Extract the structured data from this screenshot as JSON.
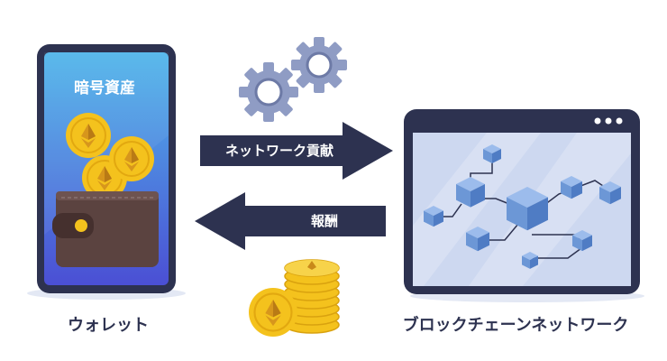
{
  "phone": {
    "title": "暗号資産"
  },
  "arrows": {
    "contribution_label": "ネットワーク貢献",
    "reward_label": "報酬"
  },
  "captions": {
    "wallet": "ウォレット",
    "network": "ブロックチェーンネットワーク"
  },
  "colors": {
    "navy": "#2d3250",
    "phone_screen_top": "#4fb3e8",
    "phone_screen_bottom": "#4d55d6",
    "gear": "#8f9cc4",
    "coin": "#f4c21d",
    "coin_symbol": "#c9891a",
    "wallet": "#5b4340",
    "block": "#6e9ad8",
    "monitor_screen": "#cdd8f0"
  },
  "icons": [
    "ethereum-coin-icon",
    "wallet-icon",
    "gear-icon",
    "blockchain-cube-icon",
    "window-dots-icon"
  ]
}
